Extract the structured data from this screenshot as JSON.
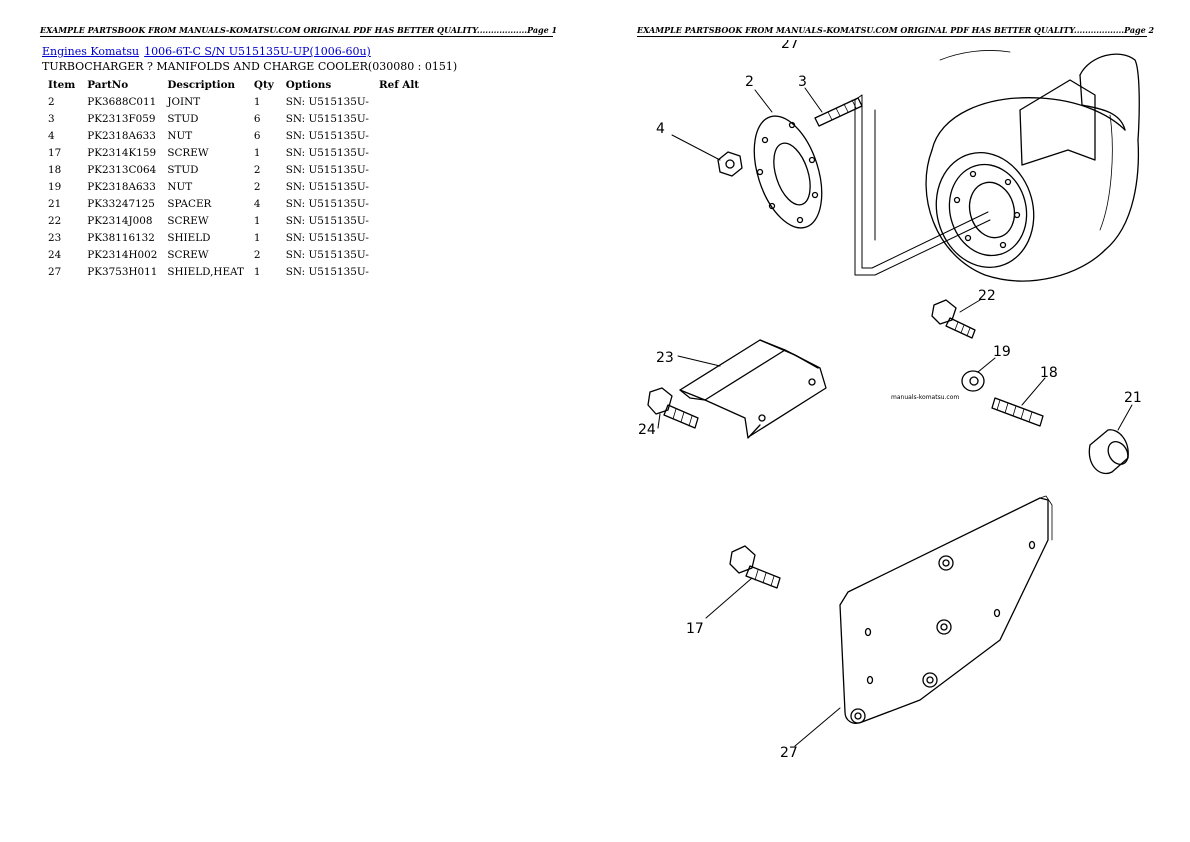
{
  "header": {
    "left": "EXAMPLE PARTSBOOK FROM MANUALS-KOMATSU.COM ORIGINAL PDF HAS BETTER QUALITY..................Page 1",
    "right": "EXAMPLE PARTSBOOK FROM MANUALS-KOMATSU.COM ORIGINAL PDF HAS BETTER QUALITY..................Page 2"
  },
  "breadcrumb": {
    "link1": "Engines Komatsu",
    "link2": "1006-6T-C S/N U515135U-UP(1006-60u)"
  },
  "section_title": "TURBOCHARGER ? MANIFOLDS AND CHARGE COOLER(030080 : 0151)",
  "table": {
    "headers": [
      "Item",
      "PartNo",
      "Description",
      "Qty",
      "Options",
      "Ref Alt"
    ],
    "rows": [
      [
        "2",
        "PK3688C011",
        "JOINT",
        "1",
        "SN: U515135U-",
        ""
      ],
      [
        "3",
        "PK2313F059",
        "STUD",
        "6",
        "SN: U515135U-",
        ""
      ],
      [
        "4",
        "PK2318A633",
        "NUT",
        "6",
        "SN: U515135U-",
        ""
      ],
      [
        "17",
        "PK2314K159",
        "SCREW",
        "1",
        "SN: U515135U-",
        ""
      ],
      [
        "18",
        "PK2313C064",
        "STUD",
        "2",
        "SN: U515135U-",
        ""
      ],
      [
        "19",
        "PK2318A633",
        "NUT",
        "2",
        "SN: U515135U-",
        ""
      ],
      [
        "21",
        "PK33247125",
        "SPACER",
        "4",
        "SN: U515135U-",
        ""
      ],
      [
        "22",
        "PK2314J008",
        "SCREW",
        "1",
        "SN: U515135U-",
        ""
      ],
      [
        "23",
        "PK38116132",
        "SHIELD",
        "1",
        "SN: U515135U-",
        ""
      ],
      [
        "24",
        "PK2314H002",
        "SCREW",
        "2",
        "SN: U515135U-",
        ""
      ],
      [
        "27",
        "PK3753H011",
        "SHIELD,HEAT",
        "1",
        "SN: U515135U-",
        ""
      ]
    ]
  },
  "diagram": {
    "callouts": {
      "c2": "2",
      "c3": "3",
      "c4": "4",
      "c17": "17",
      "c18": "18",
      "c19": "19",
      "c21": "21",
      "c22": "22",
      "c23": "23",
      "c24": "24",
      "c27": "27",
      "c27top": "27"
    },
    "watermark": "manuals-komatsu.com"
  }
}
